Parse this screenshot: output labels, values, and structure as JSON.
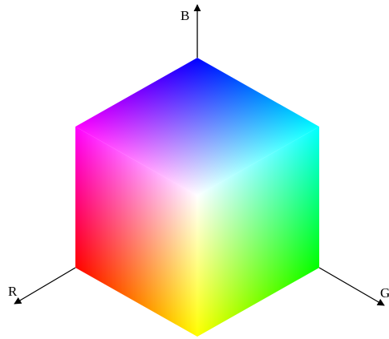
{
  "axes": {
    "b_label": "B",
    "r_label": "R",
    "g_label": "G"
  },
  "colors": {
    "white": "#ffffff",
    "black": "#000000",
    "red": "#ff0000",
    "green": "#00ff00",
    "blue": "#0000ff",
    "yellow": "#ffff00",
    "cyan": "#00ffff",
    "magenta": "#ff00ff",
    "axis_line": "#000000"
  }
}
